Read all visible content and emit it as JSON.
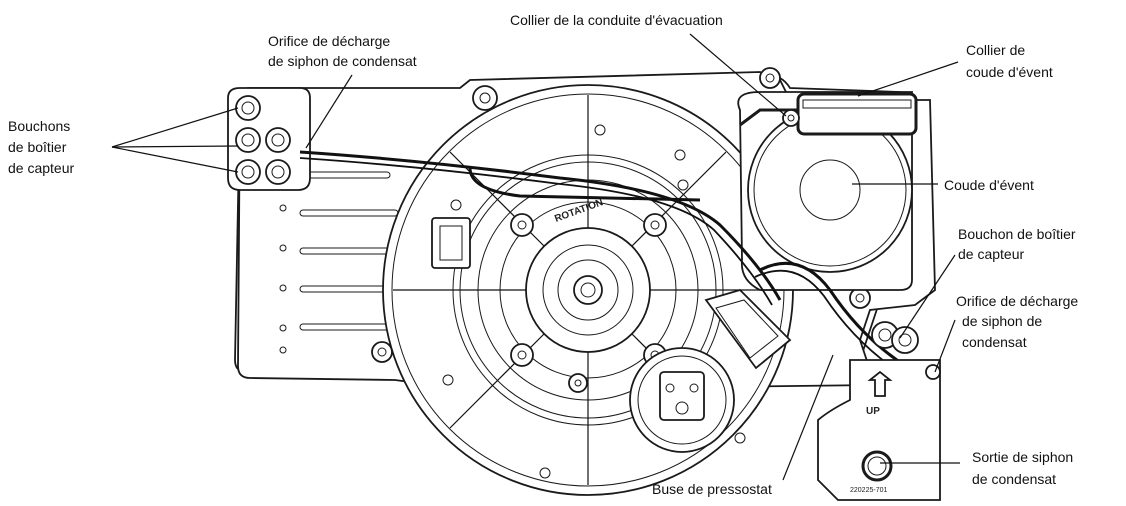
{
  "labels": {
    "bouchons_line1": "Bouchons",
    "bouchons_line2": "de boîtier",
    "bouchons_line3": "de capteur",
    "orifice_left_line1": "Orifice de décharge",
    "orifice_left_line2": "de siphon de condensat",
    "collier_evacuation": "Collier de la conduite d'évacuation",
    "collier_coude_line1": "Collier de",
    "collier_coude_line2": "coude d'évent",
    "coude_event": "Coude d'évent",
    "bouchon_right_line1": "Bouchon de boîtier",
    "bouchon_right_line2": "de capteur",
    "orifice_right_line1": "Orifice de décharge",
    "orifice_right_line2": "de siphon de",
    "orifice_right_line3": "condensat",
    "buse_pressostat": "Buse de pressostat",
    "sortie_line1": "Sortie de siphon",
    "sortie_line2": "de condensat"
  },
  "markings": {
    "up_text": "UP",
    "part_number": "220225-701",
    "rotation": "ROTATION"
  }
}
